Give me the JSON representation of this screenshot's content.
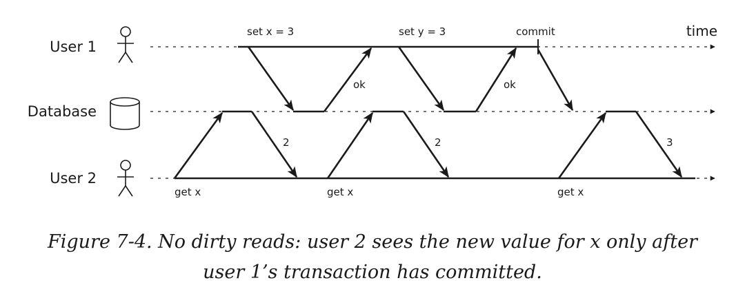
{
  "lanes": {
    "user1": "User 1",
    "database": "Database",
    "user2": "User 2"
  },
  "time_label": "time",
  "user1_messages": {
    "set_x": "set x = 3",
    "ok_1": "ok",
    "set_y": "set y = 3",
    "ok_2": "ok",
    "commit": "commit"
  },
  "user2_messages": {
    "get_x_1": "get x",
    "result_1": "2",
    "get_x_2": "get x",
    "result_2": "2",
    "get_x_3": "get x",
    "result_3": "3"
  },
  "icons": {
    "user1": "person-icon",
    "database": "database-cylinder-icon",
    "user2": "person-icon"
  },
  "caption": {
    "line1": "Figure 7-4. No dirty reads: user 2 sees the new value for x only after",
    "line2": "user 1’s transaction has committed."
  }
}
